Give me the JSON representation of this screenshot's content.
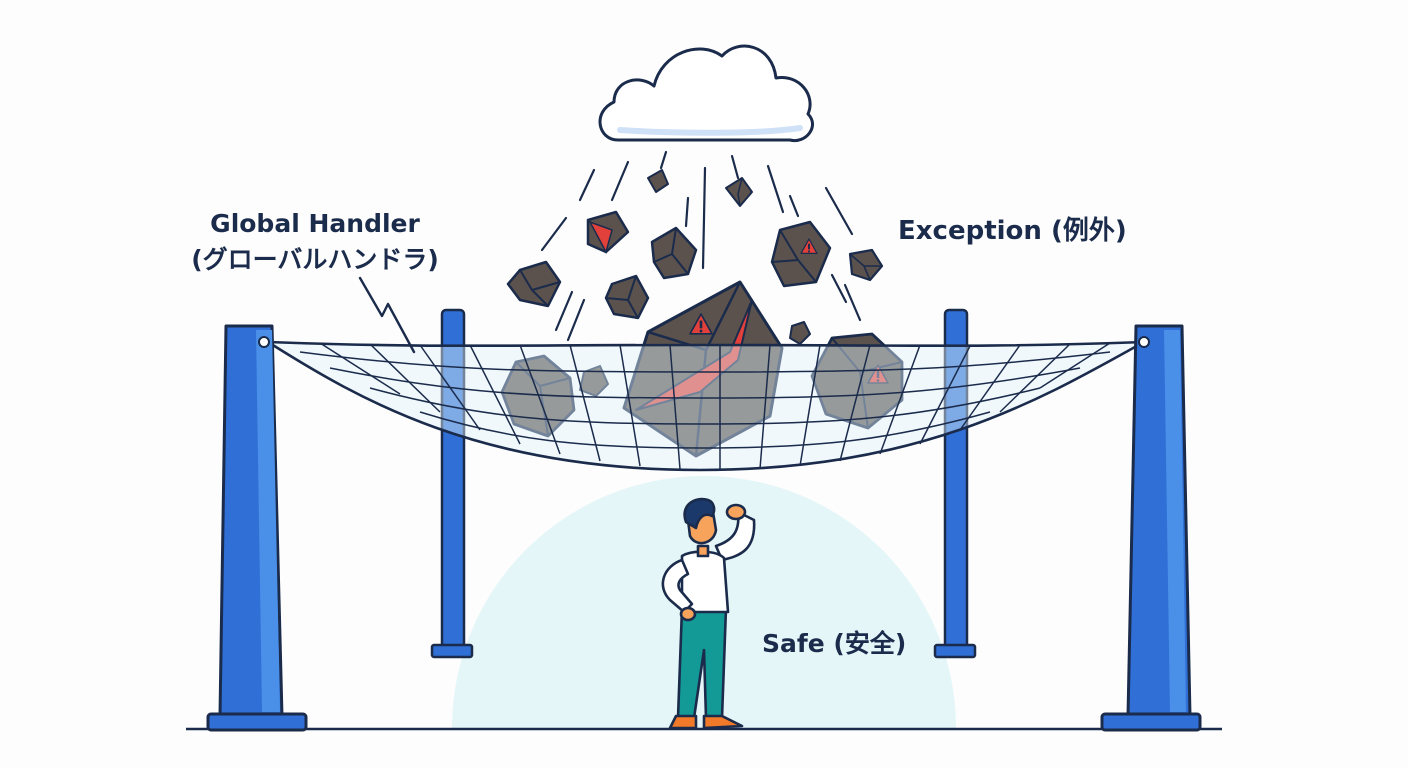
{
  "labels": {
    "handler_en": "Global Handler",
    "handler_jp": "(グローバルハンドラ)",
    "exception": "Exception (例外)",
    "safe": "Safe (安全)"
  },
  "icons": {
    "cloud": "cloud-icon",
    "rock": "rock-icon",
    "warning": "warning-icon",
    "net": "safety-net-icon",
    "post": "post-icon",
    "person": "person-icon"
  },
  "colors": {
    "post_blue": "#2f6fd6",
    "post_blue_light": "#4a90e8",
    "outline": "#1b2b4b",
    "rock": "#5b524e",
    "warning_red": "#e2403a",
    "safe_zone": "#e5f6f8",
    "person_pants": "#139a97",
    "person_skin": "#f7a35c"
  }
}
